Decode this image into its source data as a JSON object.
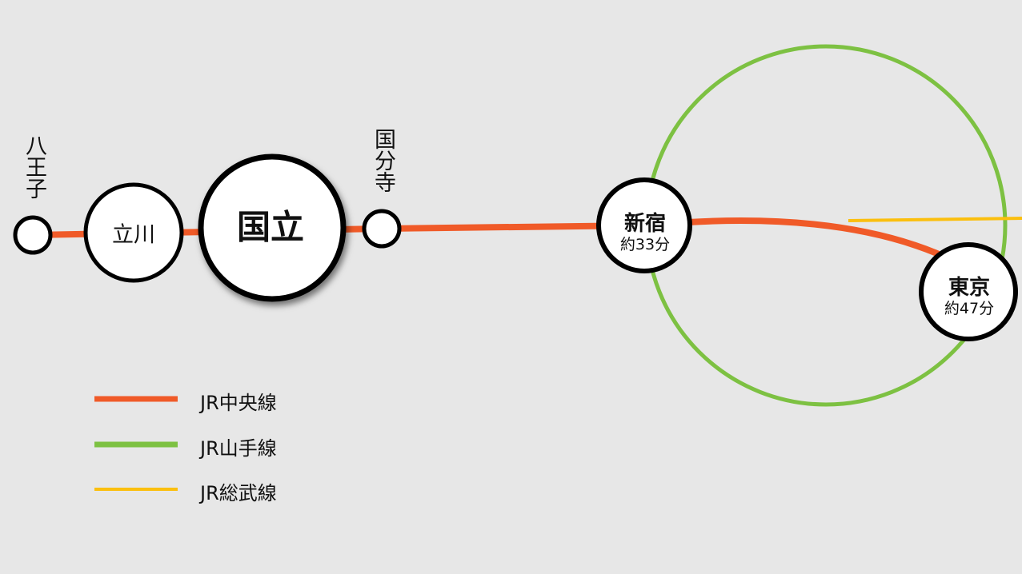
{
  "colors": {
    "chuo": "#f05a28",
    "yamanote": "#7dc142",
    "sobu": "#fbbf0e",
    "background": "#e7e7e7"
  },
  "stations": {
    "hachioji": {
      "name": "八王子"
    },
    "tachikawa": {
      "name": "立川"
    },
    "kunitachi": {
      "name": "国立"
    },
    "kokubunji": {
      "name": "国分寺"
    },
    "shinjuku": {
      "name": "新宿",
      "time": "約33分"
    },
    "tokyo": {
      "name": "東京",
      "time": "約47分"
    }
  },
  "legend": [
    {
      "label": "JR中央線"
    },
    {
      "label": "JR山手線"
    },
    {
      "label": "JR総武線"
    }
  ]
}
